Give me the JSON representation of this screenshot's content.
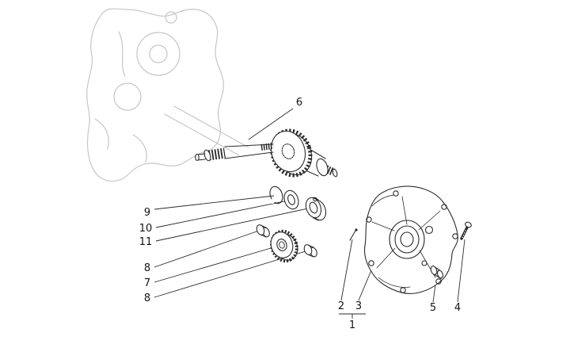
{
  "figure": {
    "background": "#ffffff",
    "line_color": "#2b2b2b",
    "ghost_color": "#c6c6c6",
    "callouts": [
      {
        "label": "6"
      },
      {
        "label": "9"
      },
      {
        "label": "10"
      },
      {
        "label": "11"
      },
      {
        "label": "8"
      },
      {
        "label": "7"
      },
      {
        "label": "8"
      },
      {
        "label": "2"
      },
      {
        "label": "3"
      },
      {
        "label": "1"
      },
      {
        "label": "5"
      },
      {
        "label": "4"
      }
    ]
  }
}
